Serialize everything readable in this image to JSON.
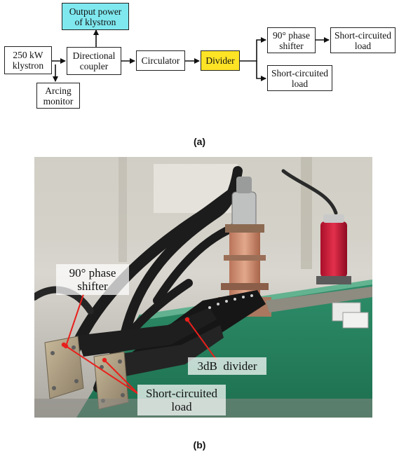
{
  "diagram": {
    "nodes": {
      "klystron": {
        "label": "250 kW\nklystron",
        "fill": "#ffffff"
      },
      "coupler": {
        "label": "Directional\ncoupler",
        "fill": "#ffffff"
      },
      "output_power": {
        "label": "Output power\nof klystron",
        "fill": "#7fe8ef"
      },
      "arcing": {
        "label": "Arcing\nmonitor",
        "fill": "#ffffff"
      },
      "circulator": {
        "label": "Circulator",
        "fill": "#ffffff"
      },
      "divider": {
        "label": "Divider",
        "fill": "#ffe426"
      },
      "phase_shifter": {
        "label": "90° phase\nshifter",
        "fill": "#ffffff"
      },
      "load_top": {
        "label": "Short-circuited\nload",
        "fill": "#ffffff"
      },
      "load_bottom": {
        "label": "Short-circuited\nload",
        "fill": "#ffffff"
      }
    },
    "caption": "(a)"
  },
  "photo": {
    "labels": {
      "phase_shifter": "90° phase\nshifter",
      "divider": "3dB  divider",
      "load": "Short-circuited\nload"
    },
    "caption": "(b)",
    "leader_color": "#e8201c"
  }
}
